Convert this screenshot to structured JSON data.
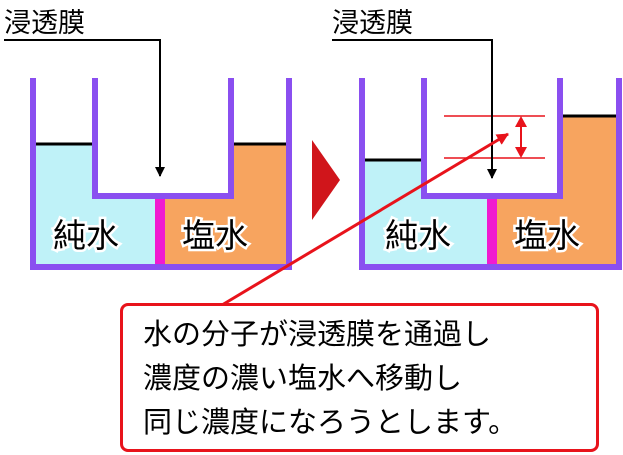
{
  "colors": {
    "container": "#8a4ff0",
    "membrane": "#f01bd0",
    "pure_water": "#bff2f8",
    "salt_water": "#f7a45f",
    "accent_red": "#e8131b",
    "arrow_red": "#d0151b"
  },
  "left_panel": {
    "title": "浸透膜",
    "left_label": "純水",
    "right_label": "塩水"
  },
  "transition_arrow": "next-arrow-icon",
  "right_panel": {
    "title": "浸透膜",
    "left_label": "純水",
    "right_label": "塩水"
  },
  "note": {
    "lines": [
      "水の分子が浸透膜を通過し",
      "濃度の濃い塩水へ移動し",
      "同じ濃度になろうとします。"
    ]
  }
}
